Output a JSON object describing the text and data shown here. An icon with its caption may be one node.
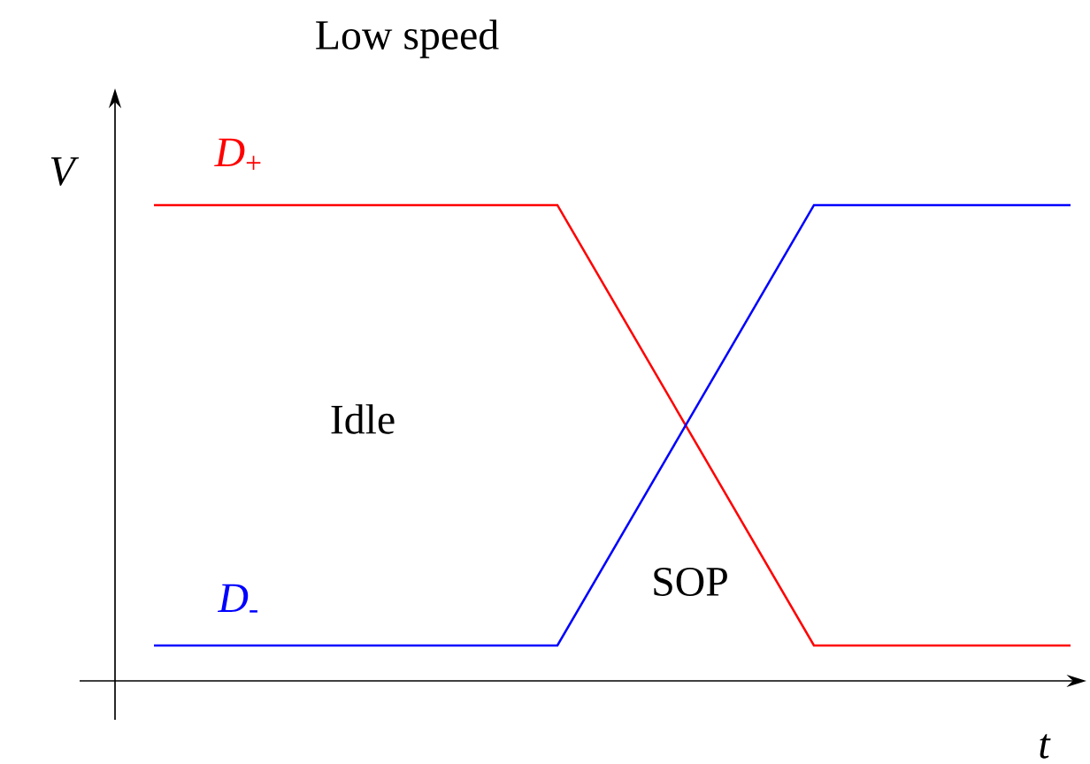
{
  "diagram": {
    "title": "Low speed",
    "labels": [
      "*D*$_{+}$",
      "*D*$_{-}$",
      "V",
      "t",
      "Idle",
      "SOP"
    ]
  }
}
